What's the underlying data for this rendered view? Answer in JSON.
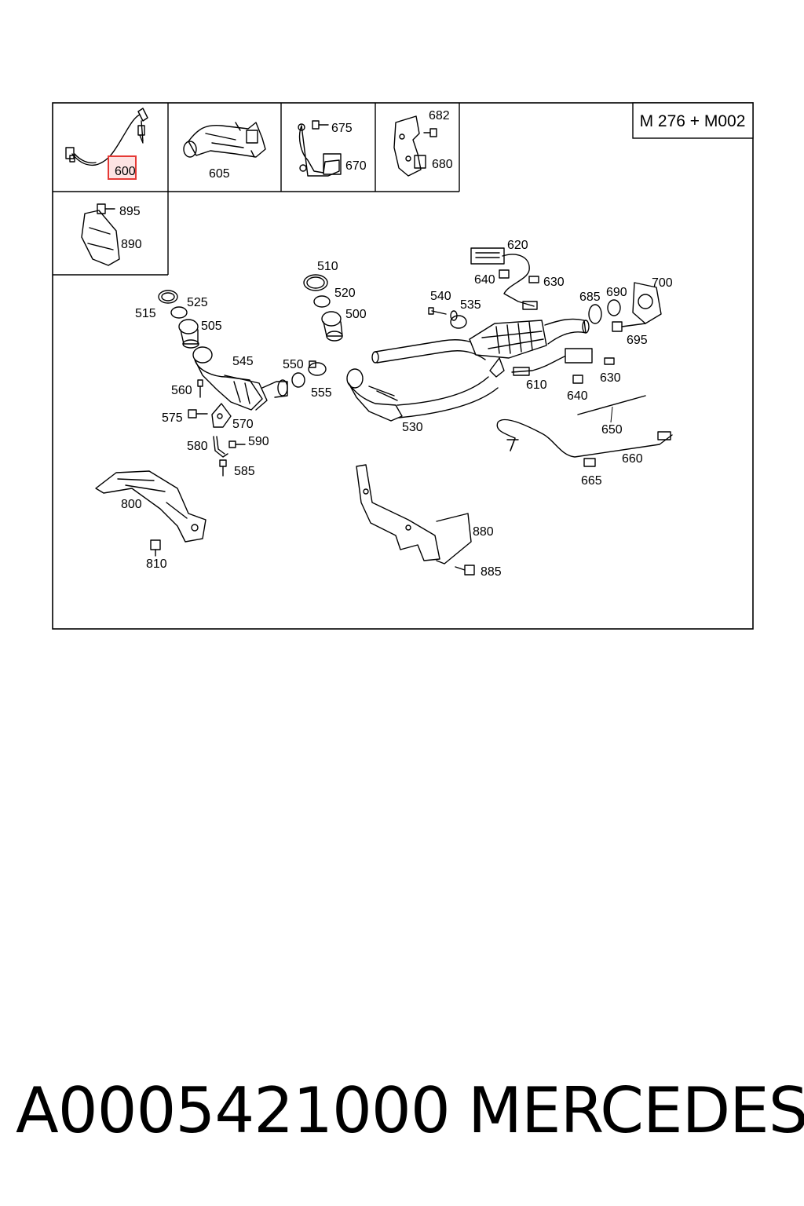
{
  "diagram": {
    "title": "M 276 + M002",
    "highlight_color": "#e53935",
    "inset_labels": [
      "600",
      "605",
      "675",
      "670",
      "682",
      "680",
      "895",
      "890"
    ],
    "labels": [
      "510",
      "520",
      "500",
      "525",
      "515",
      "505",
      "545",
      "550",
      "555",
      "560",
      "575",
      "570",
      "580",
      "590",
      "585",
      "530",
      "540",
      "535",
      "620",
      "640",
      "630",
      "685",
      "690",
      "700",
      "695",
      "610",
      "640",
      "630",
      "650",
      "660",
      "665",
      "800",
      "810",
      "880",
      "885"
    ],
    "highlighted_part": "600"
  },
  "caption": {
    "part_number": "A0005421000",
    "brand": "MERCEDES"
  }
}
